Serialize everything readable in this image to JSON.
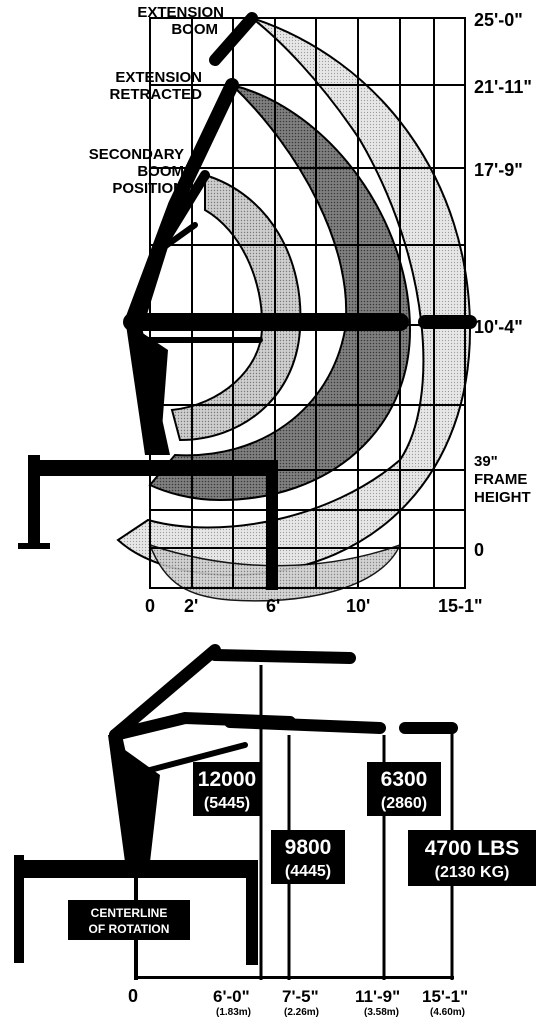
{
  "top_diagram": {
    "labels": {
      "extension_boom": [
        "EXTENSION",
        "BOOM"
      ],
      "extension_retracted": [
        "EXTENSION",
        "RETRACTED"
      ],
      "secondary_boom": [
        "SECONDARY",
        "BOOM",
        "POSITION"
      ],
      "frame_height": [
        "39\"",
        "FRAME",
        "HEIGHT"
      ]
    },
    "height_ticks": [
      "25'-0\"",
      "21'-11\"",
      "17'-9\"",
      "10'-4\"",
      "0"
    ],
    "reach_ticks": [
      "0",
      "2'",
      "6'",
      "10'",
      "15-1\""
    ],
    "colors": {
      "light_zone": "#dcdcdc",
      "medium_zone": "#bdbdbd",
      "dark_zone": "#6a6a6a",
      "ink": "#000000"
    }
  },
  "bottom_diagram": {
    "capacities": [
      {
        "lbs": "12000",
        "kg": "(5445)"
      },
      {
        "lbs": "9800",
        "kg": "(4445)"
      },
      {
        "lbs": "6300",
        "kg": "(2860)"
      },
      {
        "lbs": "4700 LBS",
        "kg": "(2130 KG)"
      }
    ],
    "centerline_label": [
      "CENTERLINE",
      "OF ROTATION"
    ],
    "reach_ticks": [
      {
        "ft": "0",
        "m": ""
      },
      {
        "ft": "6'-0\"",
        "m": "(1.83m)"
      },
      {
        "ft": "7'-5\"",
        "m": "(2.26m)"
      },
      {
        "ft": "11'-9\"",
        "m": "(3.58m)"
      },
      {
        "ft": "15'-1\"",
        "m": "(4.60m)"
      }
    ]
  }
}
